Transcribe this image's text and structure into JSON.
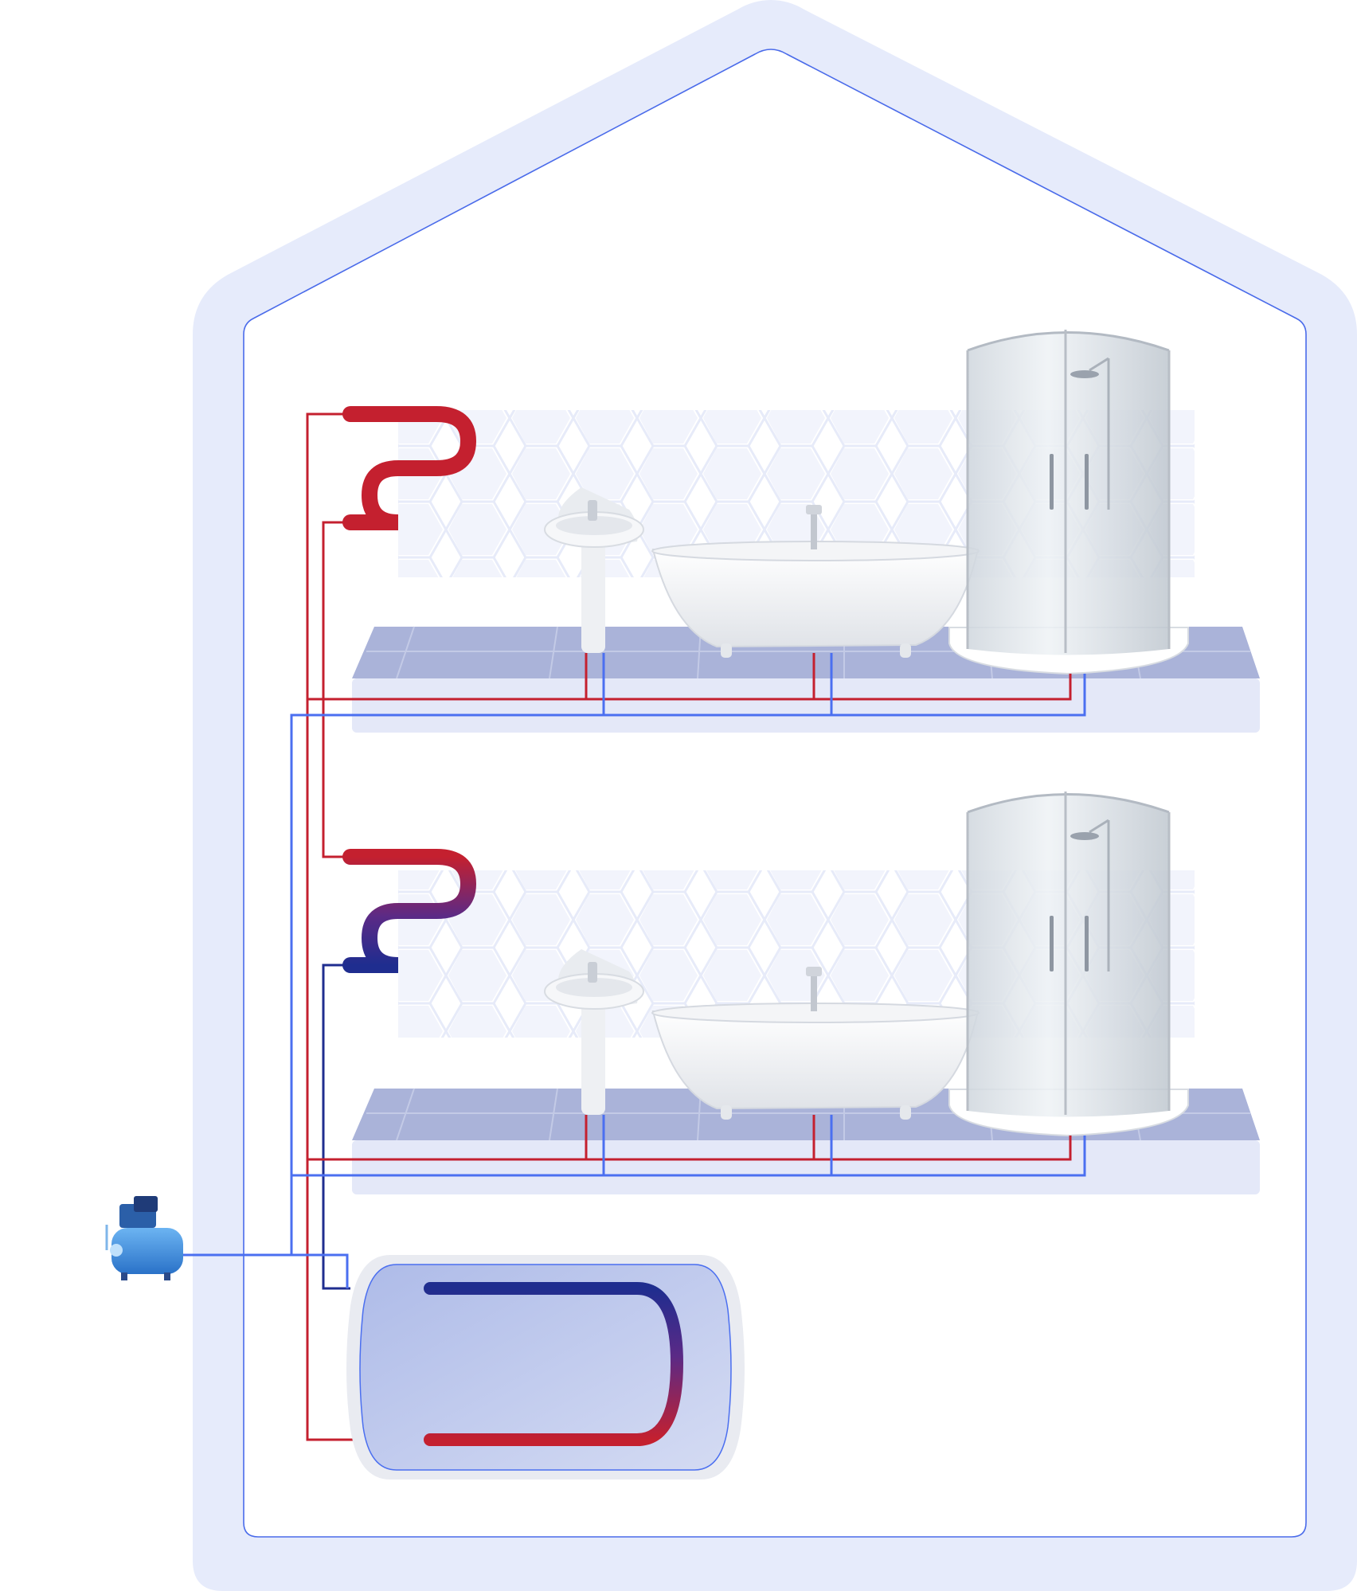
{
  "diagram": {
    "colors": {
      "house_fill": "#e6ebfb",
      "house_outline": "#4a6bea",
      "interior": "#ffffff",
      "hot": "#c4202f",
      "cold": "#4b6ff0",
      "coil_cold": "#1f2d8f",
      "floor_top": "#a9b2d8",
      "floor_side": "#e4e8f8",
      "tile_hex": "#eef1fb",
      "tank_shell": "#e9ebf1",
      "tank_inner": "#c0cbec",
      "pump_blue": "#3d8fe0"
    },
    "components": {
      "floors": [
        {
          "name": "upper-floor-bathroom",
          "fixtures": [
            "towel-rail",
            "washbasin",
            "bathtub",
            "shower-cabin"
          ]
        },
        {
          "name": "lower-floor-bathroom",
          "fixtures": [
            "towel-rail",
            "washbasin",
            "bathtub",
            "shower-cabin"
          ]
        }
      ],
      "equipment": [
        "pressure-pump",
        "water-heater-tank"
      ]
    }
  }
}
